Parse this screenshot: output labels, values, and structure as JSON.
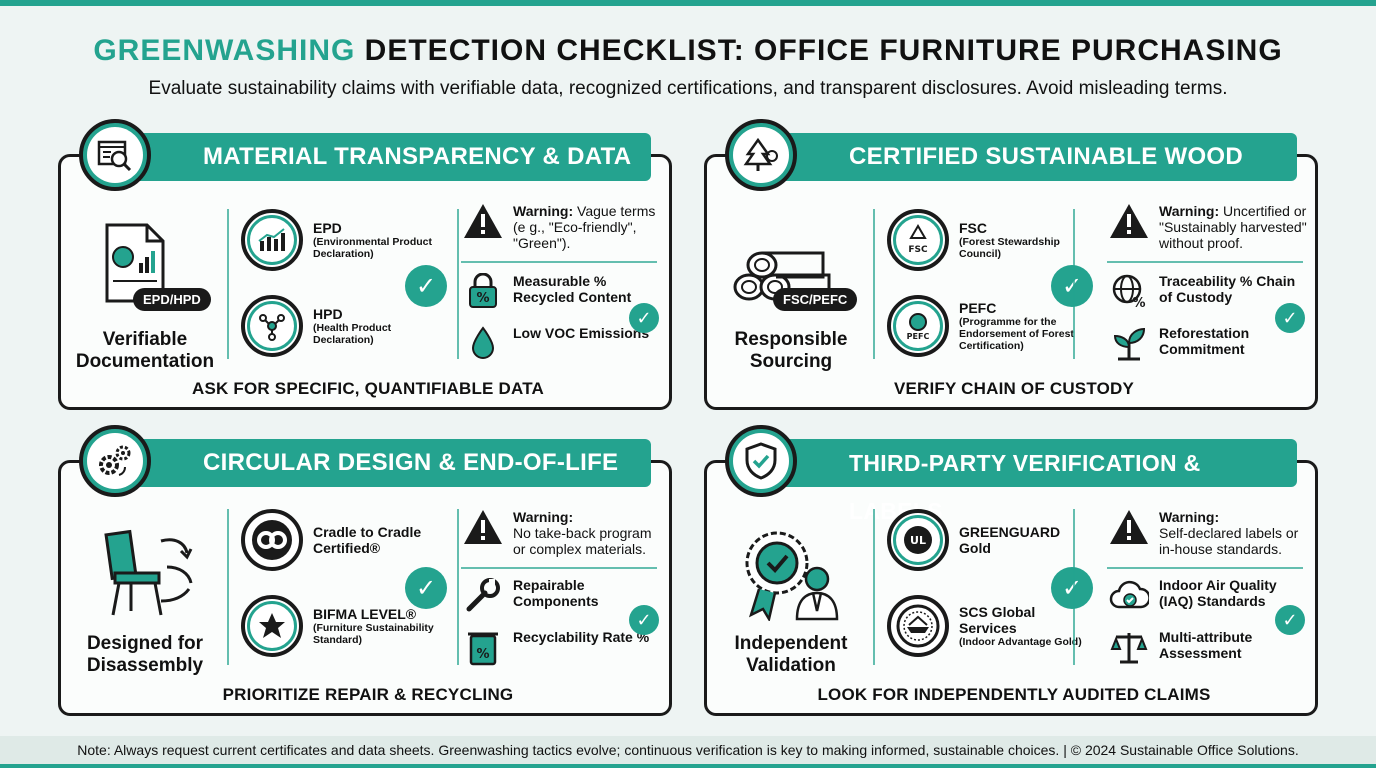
{
  "header": {
    "title_accent": "GREENWASHING",
    "title_rest": " DETECTION CHECKLIST: OFFICE FURNITURE PURCHASING",
    "subtitle": "Evaluate sustainability claims with verifiable data, recognized certifications, and transparent disclosures. Avoid misleading terms."
  },
  "cards": [
    {
      "title": "MATERIAL TRANSPARENCY & DATA",
      "left_pill": "EPD/HPD",
      "left_label": "Verifiable Documentation",
      "certs": [
        {
          "name": "EPD",
          "detail": "(Environmental Product Declaration)"
        },
        {
          "name": "HPD",
          "detail": "(Health Product Declaration)"
        }
      ],
      "warning_label": "Warning:",
      "warning_text": "Vague terms (e g., \"Eco-friendly\", \"Green\").",
      "checks": [
        "Measurable % Recycled Content",
        "Low VOC Emissions"
      ],
      "footer": "ASK FOR SPECIFIC, QUANTIFIABLE DATA"
    },
    {
      "title": "CERTIFIED SUSTAINABLE WOOD",
      "left_pill": "FSC/PEFC",
      "left_label": "Responsible Sourcing",
      "certs": [
        {
          "name": "FSC",
          "detail": "(Forest Stewardship Council)",
          "logo": "FSC"
        },
        {
          "name": "PEFC",
          "detail": "(Programme for the Endorsement of Forest Certification)",
          "logo": "PEFC"
        }
      ],
      "warning_label": "Warning:",
      "warning_text": "Uncertified or \"Sustainably harvested\" without proof.",
      "checks": [
        "Traceability % Chain of Custody",
        "Reforestation Commitment"
      ],
      "footer": "VERIFY CHAIN OF CUSTODY"
    },
    {
      "title": "CIRCULAR DESIGN & END-OF-LIFE",
      "left_label": "Designed for Disassembly",
      "certs": [
        {
          "name": "Cradle to Cradle Certified®",
          "detail": ""
        },
        {
          "name": "BIFMA LEVEL®",
          "detail": "(Furniture Sustainability Standard)"
        }
      ],
      "warning_label": "Warning:",
      "warning_text": "No take-back program or complex materials.",
      "checks": [
        "Repairable Components",
        "Recyclability Rate %"
      ],
      "footer": "PRIORITIZE REPAIR & RECYCLING"
    },
    {
      "title": "THIRD-PARTY VERIFICATION & LABELS",
      "left_label": "Independent Validation",
      "certs": [
        {
          "name": "GREENGUARD Gold",
          "detail": "",
          "logo": "UL"
        },
        {
          "name": "SCS Global Services",
          "detail": "(Indoor Advantage Gold)"
        }
      ],
      "warning_label": "Warning:",
      "warning_text": "Self-declared labels or in-house standards.",
      "checks": [
        "Indoor Air Quality (IAQ) Standards",
        "Multi-attribute Assessment"
      ],
      "footer": "LOOK FOR INDEPENDENTLY AUDITED CLAIMS"
    }
  ],
  "note": "Note: Always request current certificates and data sheets. Greenwashing tactics evolve; continuous verification is key to making informed, sustainable choices. | © 2024 Sustainable Office Solutions.",
  "colors": {
    "accent": "#24a38f",
    "dark": "#1a1a1a"
  }
}
